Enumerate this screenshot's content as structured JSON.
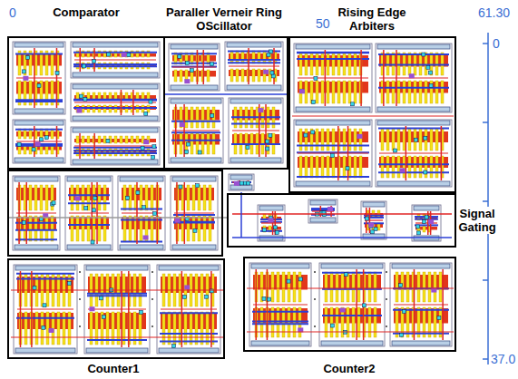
{
  "diagram": {
    "nodes": [
      {
        "text": [
          "Comparator"
        ]
      },
      {
        "text": [
          "Paraller Verneir Ring OScillator"
        ]
      },
      {
        "text": [
          "Rising Edge Arbiters"
        ]
      },
      {
        "text": [
          "Signal Gating"
        ]
      },
      {
        "text": [
          "Counter1"
        ]
      },
      {
        "text": [
          "Counter2"
        ]
      }
    ],
    "labels": [
      "0",
      "50",
      "61.30",
      "0",
      "37.0"
    ]
  }
}
